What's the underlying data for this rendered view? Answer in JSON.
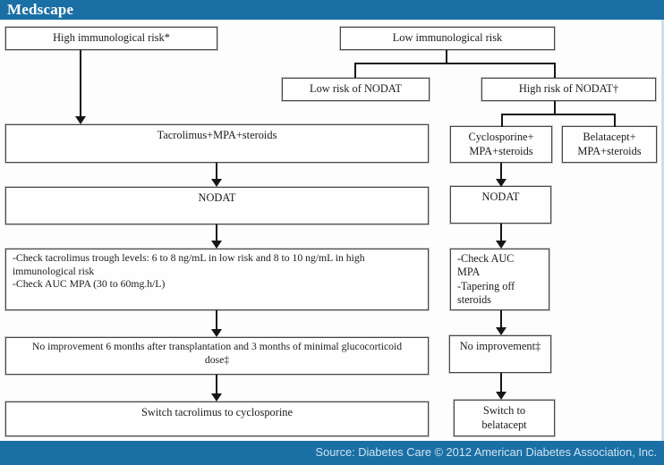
{
  "header": {
    "brand": "Medscape"
  },
  "footer": {
    "source_text": "Source: Diabetes Care © 2012 American Diabetes Association, Inc."
  },
  "colors": {
    "bar_blue": "#1a6fa5",
    "box_border": "#474747",
    "footer_text": "#d2e4f0"
  },
  "flowchart": {
    "title": "NODAT immunosuppression management algorithm",
    "nodes": {
      "high_immunological_risk": {
        "label": "High immunological risk*"
      },
      "low_immunological_risk": {
        "label": "Low immunological risk"
      },
      "low_risk_nodat": {
        "label": "Low risk of NODAT"
      },
      "high_risk_nodat": {
        "label": "High risk of NODAT†"
      },
      "tacrolimus_regimen": {
        "label": "Tacrolimus+MPA+steroids"
      },
      "cyclosporine_regimen": {
        "label": "Cyclosporine+\nMPA+steroids"
      },
      "belatacept_regimen": {
        "label": "Belatacept+\nMPA+steroids"
      },
      "nodat_left": {
        "label": "NODAT"
      },
      "nodat_right": {
        "label": "NODAT"
      },
      "monitoring_left": {
        "label": "-Check tacrolimus trough levels: 6 to 8 ng/mL in low risk and 8 to 10 ng/mL in high\nimmunological risk\n-Check AUC MPA (30 to 60mg.h/L)"
      },
      "monitoring_right": {
        "label": "-Check AUC\nMPA\n-Tapering off\nsteroids"
      },
      "no_improvement_left": {
        "label": "No improvement 6 months after transplantation and 3 months of minimal glucocorticoid\ndose‡"
      },
      "no_improvement_right": {
        "label": "No improvement‡"
      },
      "switch_left": {
        "label": "Switch tacrolimus to cyclosporine"
      },
      "switch_right": {
        "label": "Switch to\nbelatacept"
      }
    }
  }
}
